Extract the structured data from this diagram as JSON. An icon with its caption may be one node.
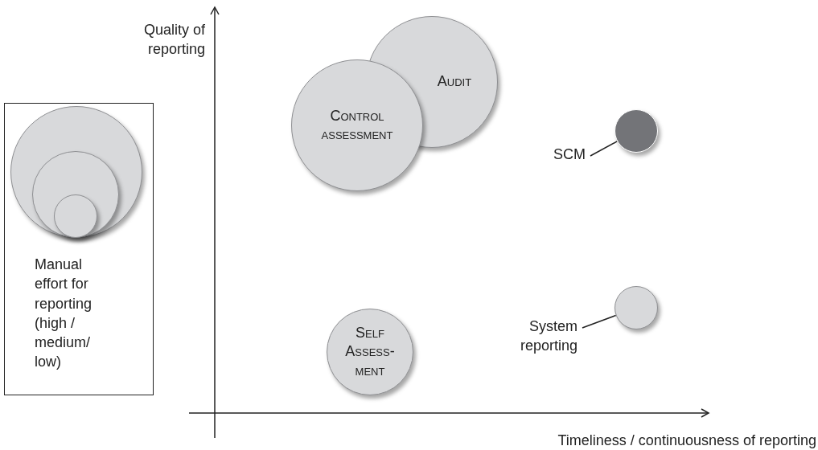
{
  "diagram": {
    "nodes": [
      {
        "text": [
          "Manual effort for reporting (high / medium/ low)"
        ]
      },
      {
        "text": [],
        "shape": "circle",
        "in": 0
      },
      {
        "text": [],
        "shape": "circle",
        "in": 1
      },
      {
        "text": [],
        "shape": "circle",
        "in": 2
      },
      {
        "text": [
          "Audit"
        ]
      },
      {
        "text": [
          "Control assessment"
        ]
      },
      {
        "text": [
          "SCM"
        ]
      },
      {
        "text": [],
        "shape": "circle"
      },
      {
        "text": [
          "System reporting"
        ]
      },
      {
        "text": [],
        "shape": "circle"
      },
      {
        "text": [
          "Self Assess- ment"
        ]
      }
    ],
    "edges": [
      {
        "from": 6,
        "to": 7,
        "arrow": "none"
      },
      {
        "from": 8,
        "to": 9,
        "arrow": "none"
      }
    ],
    "labels": [
      "Quality of reporting",
      "Timeliness / continuousness of reporting"
    ]
  }
}
